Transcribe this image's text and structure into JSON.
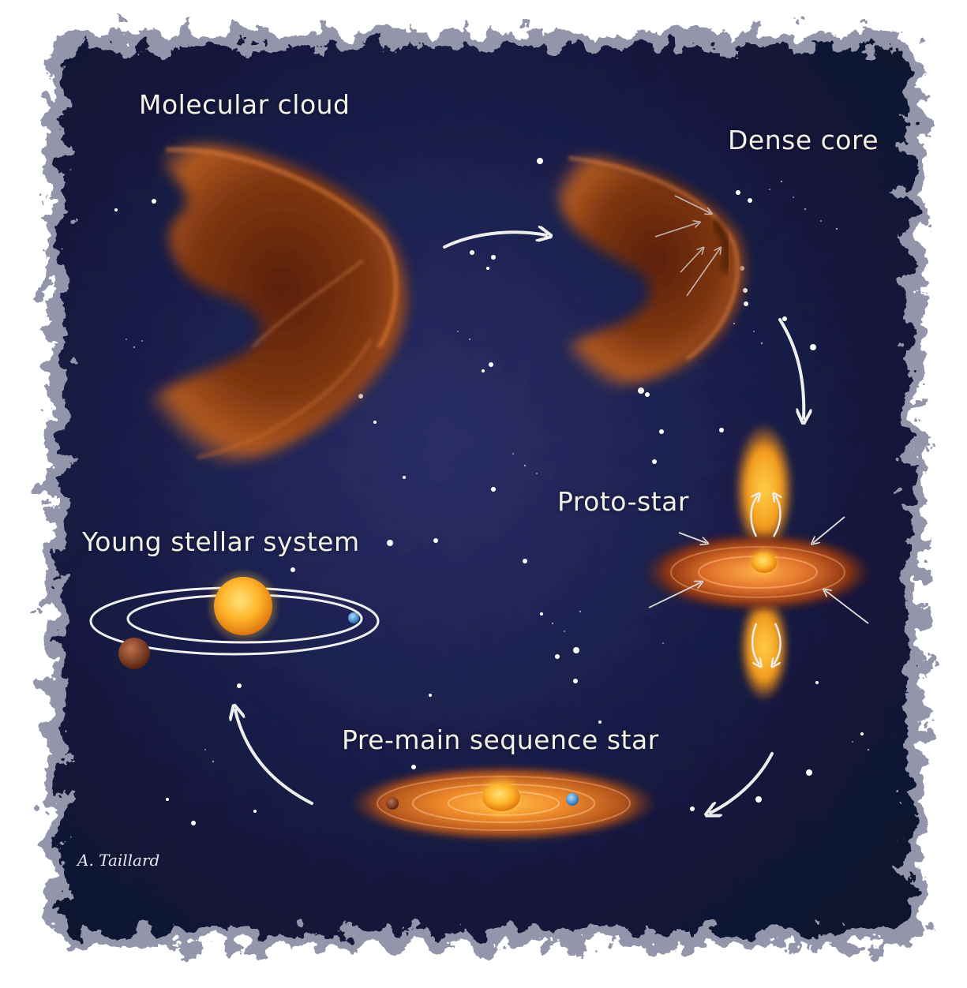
{
  "labels": {
    "molecular_cloud": "Molecular cloud",
    "dense_core": "Dense core",
    "proto_star": "Proto-star",
    "young_stellar_system": "Young stellar system",
    "pre_main_sequence_star": "Pre-main sequence star"
  },
  "signature": "A. Taillard",
  "colors": {
    "space_dark": "#12163a",
    "space_mid": "#252a5c",
    "cloud_brown": "#8a3a12",
    "cloud_glow": "#e0803a",
    "star_yellow": "#ffc23a",
    "star_orange": "#f08a1a",
    "label_white": "#f4f1ea"
  }
}
